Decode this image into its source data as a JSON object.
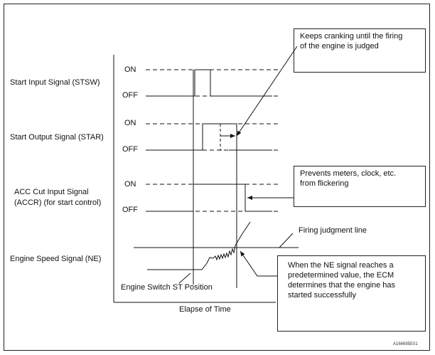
{
  "signals": {
    "stsw": "Start Input Signal (STSW)",
    "star": "Start Output Signal (STAR)",
    "accr": "ACC Cut Input Signal\n(ACCR) (for start control)",
    "ne": "Engine Speed Signal (NE)"
  },
  "states": {
    "on": "ON",
    "off": "OFF"
  },
  "notes": {
    "cranking": "Keeps cranking until the firing\nof the engine is judged",
    "meters": "Prevents meters, clock, etc.\nfrom flickering",
    "ne_threshold": "When the NE signal reaches a\npredetermined value, the ECM\ndetermines that the engine has\nstarted successfully"
  },
  "labels": {
    "firing_line": "Firing judgment line",
    "engine_switch": "Engine Switch ST Position",
    "x_axis": "Elapse of Time"
  },
  "figure_code": "A166695E01"
}
